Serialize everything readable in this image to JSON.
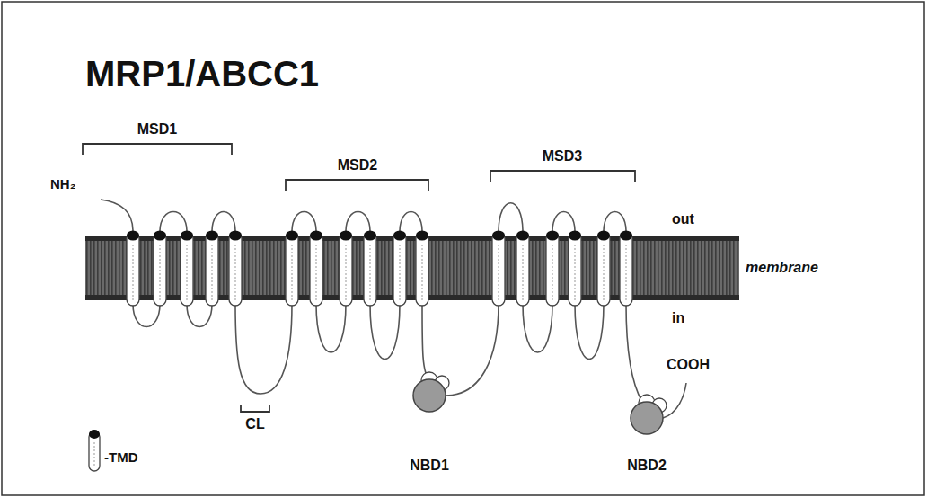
{
  "diagram": {
    "title": "MRP1/ABCC1",
    "labels": [
      "MSD1",
      "NH₂",
      "MSD2",
      "MSD3",
      "out",
      "membrane",
      "in",
      "COOH",
      "CL",
      "NBD1",
      "NBD2"
    ],
    "legend": [
      {
        "text": "-TMD"
      }
    ]
  }
}
